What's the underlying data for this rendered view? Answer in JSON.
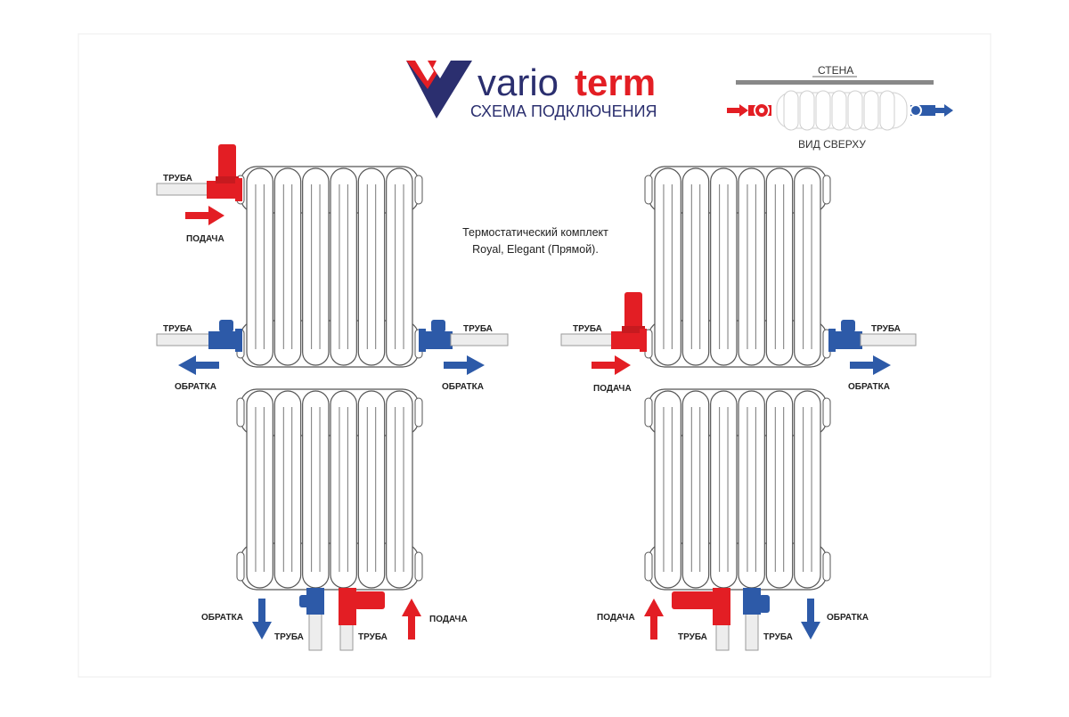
{
  "brand": {
    "name_part1": "vario",
    "name_part2": "term",
    "subtitle": "СХЕМА ПОДКЛЮЧЕНИЯ"
  },
  "top_view": {
    "wall_label": "СТЕНА",
    "caption": "ВИД СВЕРХУ"
  },
  "kit_note": {
    "line1": "Термостатический комплект",
    "line2": "Royal, Elegant (Прямой)."
  },
  "labels": {
    "pipe": "ТРУБА",
    "supply": "ПОДАЧА",
    "return": "ОБРАТКА"
  },
  "colors": {
    "supply": "#e31e24",
    "return": "#2d5aa8",
    "logo_dark": "#2b2f6f",
    "outline": "#555555"
  }
}
